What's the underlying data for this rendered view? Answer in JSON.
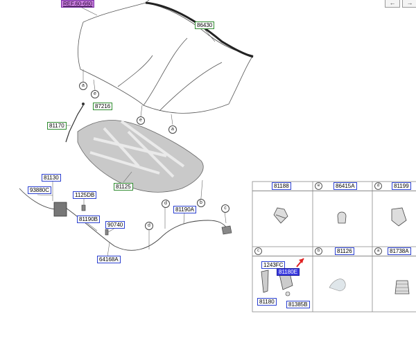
{
  "nav": {
    "prev": "←",
    "next": "→"
  },
  "ref_label": "REF.60-660",
  "hood_labels": {
    "p86430": "86430",
    "p87216": "87216",
    "p81170": "81170",
    "p81125": "81125",
    "p81130": "81130",
    "p93880C": "93880C",
    "p1125DB": "1125DB",
    "p81190B": "81190B",
    "p90740": "90740",
    "p64168A": "64168A",
    "p81190A": "81190A"
  },
  "callouts": {
    "a1": "a",
    "e1": "e",
    "e2": "e",
    "a2": "a",
    "d1": "d",
    "b1": "b",
    "c1": "c",
    "d2": "d"
  },
  "parts_grid": {
    "cells": [
      {
        "circle": "",
        "part": "81188"
      },
      {
        "circle": "e",
        "part": "86415A"
      },
      {
        "circle": "d",
        "part": "81199"
      },
      {
        "circle": "c",
        "part": ""
      },
      {
        "circle": "b",
        "part": "81126"
      },
      {
        "circle": "a",
        "part": "81738A"
      }
    ],
    "detail_c": {
      "p1243FC": "1243FC",
      "selected": "81180E",
      "p81180": "81180",
      "p81385B": "81385B"
    }
  },
  "colors": {
    "label_border": "#2a3fd0",
    "green_border": "#2e8b2e",
    "ref_bg": "#c77ddb",
    "selected_bg": "#3a3ae0",
    "pointer": "#e02020"
  }
}
